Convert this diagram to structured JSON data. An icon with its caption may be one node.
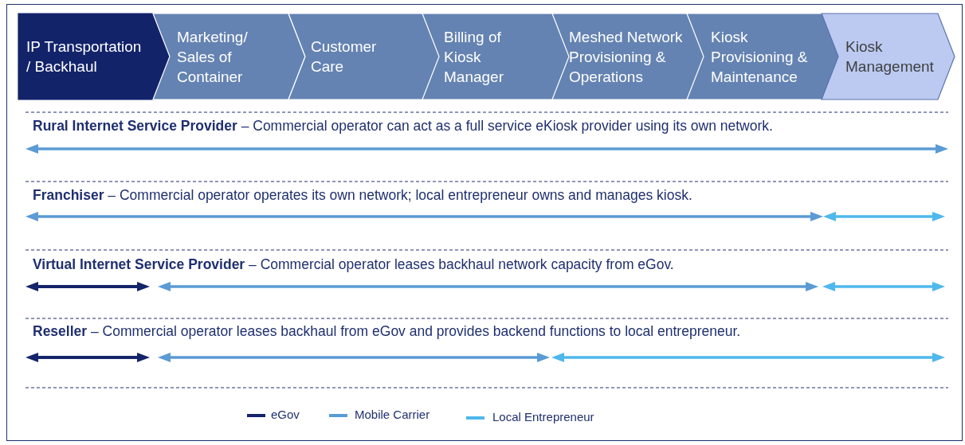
{
  "diagram": {
    "nodes": [
      {
        "text": [
          "IP Transportation / Backhaul"
        ]
      },
      {
        "text": [
          "Marketing/ Sales of Container"
        ]
      },
      {
        "text": [
          "Customer Care"
        ]
      },
      {
        "text": [
          "Billing of Kiosk Manager"
        ]
      },
      {
        "text": [
          "Meshed Network Provisioning & Operations"
        ]
      },
      {
        "text": [
          "Kiosk Provisioning & Maintenance"
        ]
      },
      {
        "text": [
          "Kiosk Management"
        ]
      }
    ],
    "labels": [
      "**Rural Internet Service Provider** – Commercial operator can act as a full service eKiosk provider using its own network.",
      "**Franchiser** – Commercial operator operates its own network; local entrepreneur owns and manages kiosk.",
      "**Virtual Internet Service Provider** – Commercial operator leases backhaul network capacity from eGov.",
      "**Reseller** – Commercial operator leases backhaul from eGov and provides backend functions to local entrepreneur."
    ],
    "legend": [
      {
        "text": "eGov",
        "color": "#15256b"
      },
      {
        "text": "Mobile Carrier",
        "color": "#5b9bd5"
      },
      {
        "text": "Local Entrepreneur",
        "color": "#4fb8ec"
      }
    ]
  }
}
